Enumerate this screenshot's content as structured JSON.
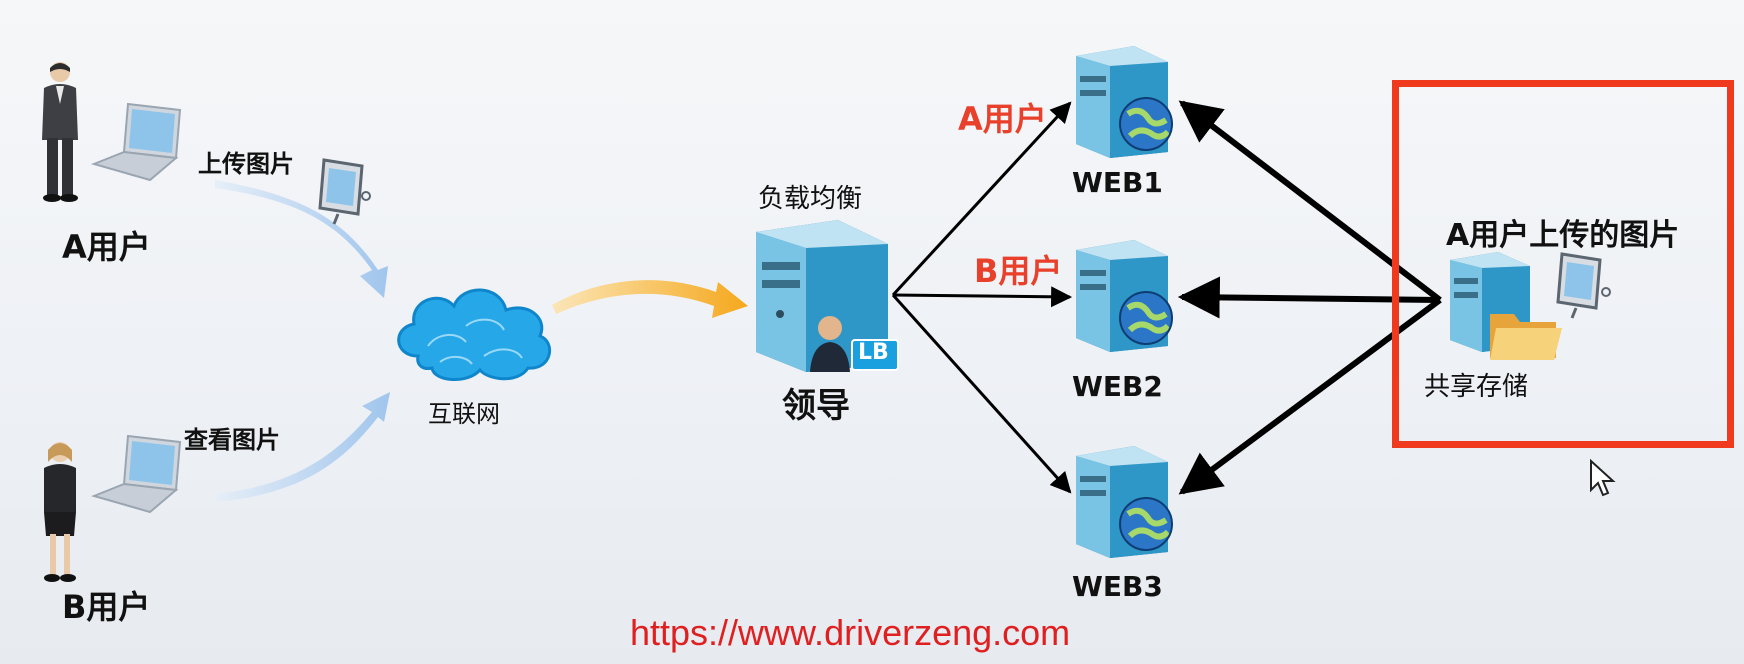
{
  "users": {
    "a_label": "A用户",
    "b_label": "B用户",
    "a_action": "上传图片",
    "b_action": "查看图片"
  },
  "internet": {
    "label": "互联网"
  },
  "load_balancer": {
    "title": "负载均衡",
    "badge": "LB",
    "label": "领导"
  },
  "routes": {
    "a_user": "A用户",
    "b_user": "B用户"
  },
  "servers": [
    "WEB1",
    "WEB2",
    "WEB3"
  ],
  "shared_storage": {
    "title": "A用户上传的图片",
    "label": "共享存储"
  },
  "watermark": "https://www.driverzeng.com",
  "colors": {
    "highlight_frame": "#f03a1e",
    "route_label": "#e8402a",
    "watermark": "#e02020"
  }
}
